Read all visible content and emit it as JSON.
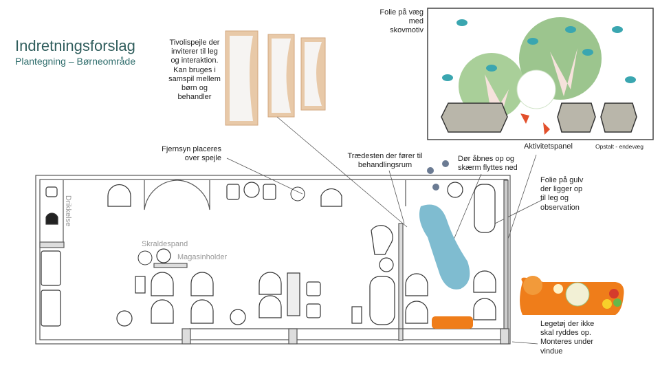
{
  "header": {
    "title": "Indretningsforslag",
    "subtitle": "Plantegning – Børneområde"
  },
  "annotations": {
    "mirrors": "Tivolispejle der inviterer til leg og interaktion. Kan bruges i samspil mellem børn og behandler",
    "wall_foil": "Folie på væg med skovmotiv",
    "activity_panel": "Aktivitetspanel",
    "elevation": "Opstalt - endevæg",
    "tv": "Fjernsyn placeres over spejle",
    "stepping_stones": "Trædesten der fører til behandlingsrum",
    "door": "Dør åbnes op og skærm flyttes ned",
    "floor_foil": "Folie på gulv der ligger op til leg og observation",
    "toy": "Legetøj der ikke skal ryddes op. Monteres under vindue"
  },
  "plan_labels": {
    "drinks": "Drikkelse",
    "trash": "Skraldespand",
    "magazine": "Magasinholder"
  },
  "colors": {
    "title": "#2f5d5c",
    "tree_green": "#9cc58e",
    "bird": "#3aa6b0",
    "chair_grey": "#b9b6aa",
    "floor_foil": "#7fbcd0",
    "bear": "#ef7d1a"
  }
}
